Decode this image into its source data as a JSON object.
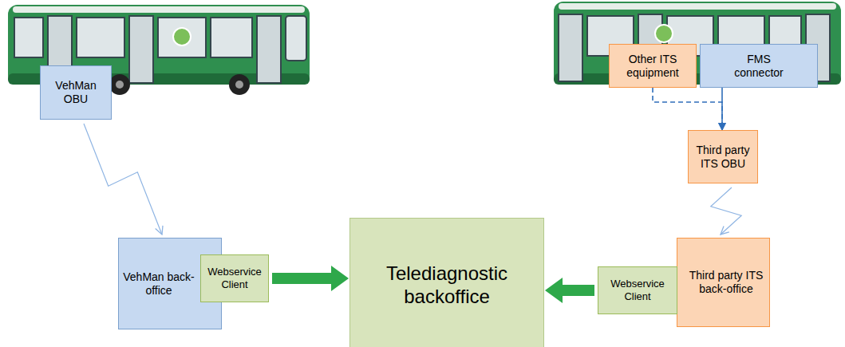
{
  "diagram": {
    "nodes": [
      {
        "text": [
          "VehMan OBU"
        ]
      },
      {
        "text": [
          "Other ITS equipment"
        ]
      },
      {
        "text": [
          "FMS connector"
        ]
      },
      {
        "text": [
          "Third party ITS OBU"
        ]
      },
      {
        "text": [
          "VehMan back-office"
        ]
      },
      {
        "text": [
          "Webservice Client"
        ],
        "in": 4
      },
      {
        "text": [
          "Telediagnostic backoffice"
        ]
      },
      {
        "text": [
          "Third party ITS back-office"
        ]
      },
      {
        "text": [
          "Webservice Client"
        ],
        "in": 7
      }
    ],
    "edges": [
      {
        "from": 0,
        "to": 4,
        "arrow": "to"
      },
      {
        "from": 1,
        "to": 3,
        "arrow": "to"
      },
      {
        "from": 2,
        "to": 3,
        "arrow": "to"
      },
      {
        "from": 3,
        "to": 7,
        "arrow": "to"
      },
      {
        "from": 5,
        "to": 6,
        "arrow": "to"
      },
      {
        "from": 8,
        "to": 6,
        "arrow": "to"
      }
    ]
  }
}
